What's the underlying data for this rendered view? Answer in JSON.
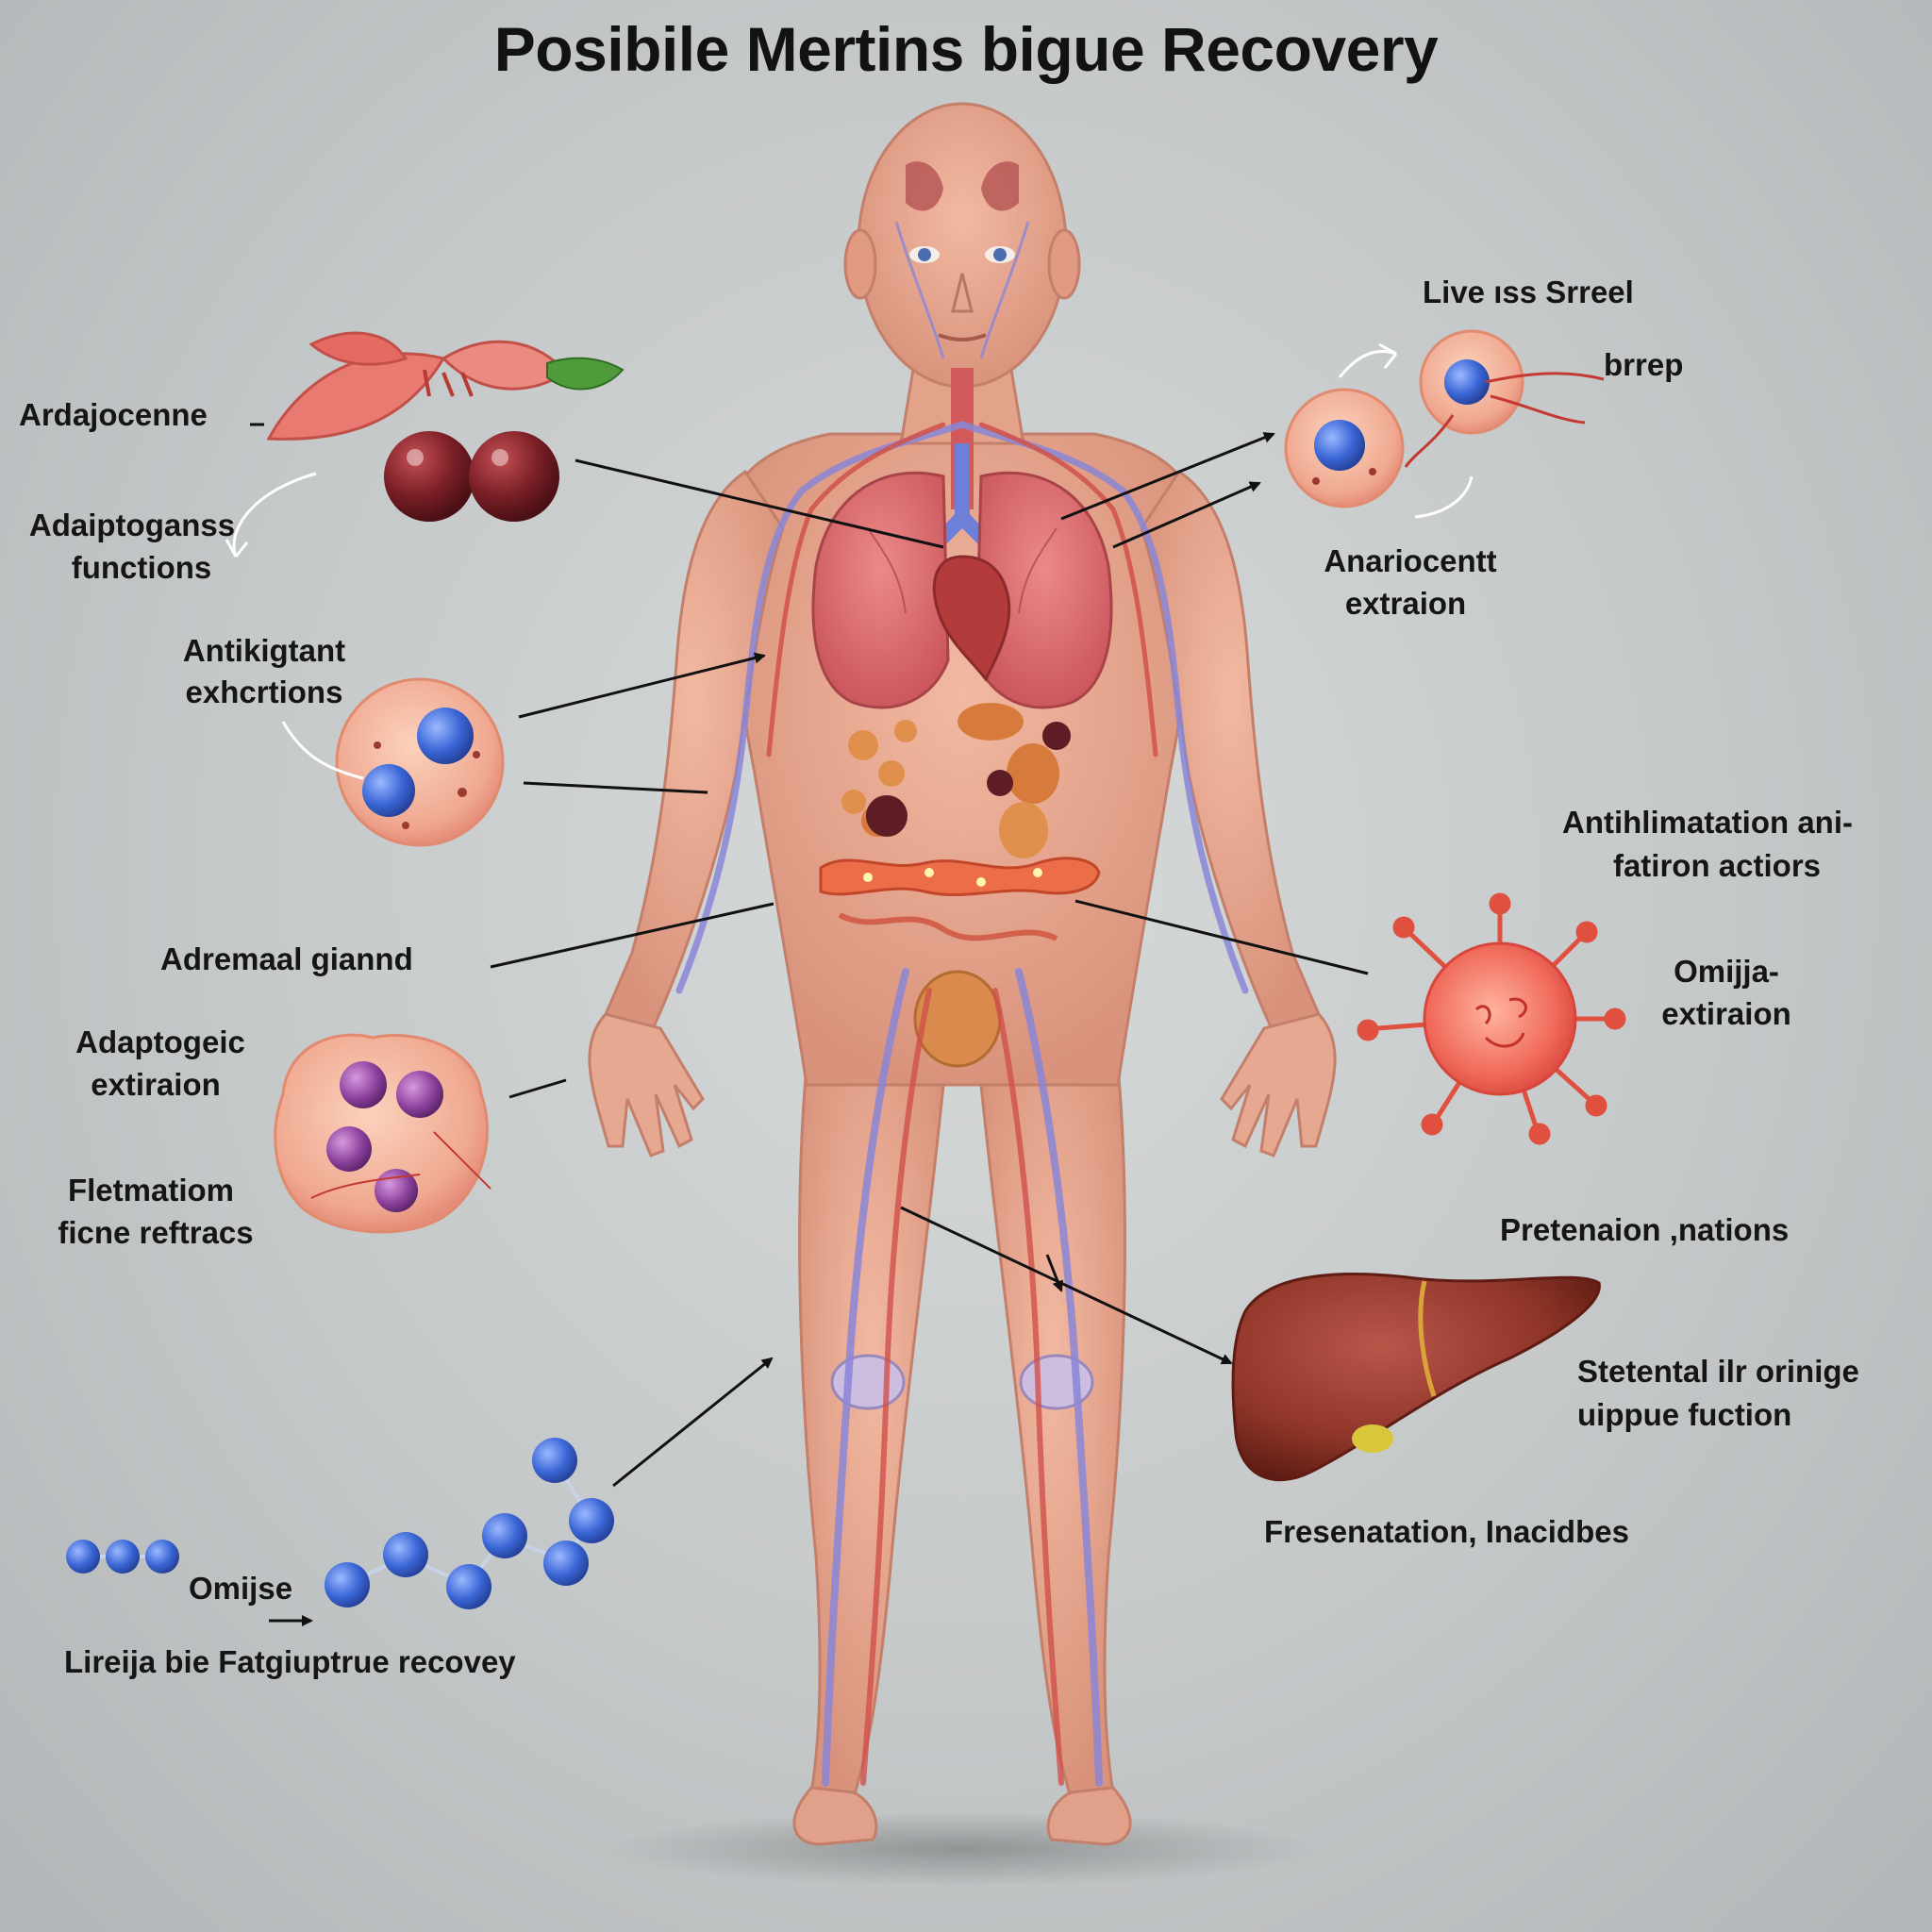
{
  "title": "Posibile Mertins bigue Recovery",
  "labels": {
    "ardajocenne": "Ardajocenne",
    "adaptogans_1": "Adaiptoganss",
    "adaptogans_2": "functions",
    "antioxidant_1": "Antikigtant",
    "antioxidant_2": "exhcrtions",
    "adrenal_gland": "Adremaal giannd",
    "adaptogeic_1": "Adaptogeic",
    "adaptogeic_2": "extiraion",
    "fletmatiom_1": "Fletmatiom",
    "fletmatiom_2": "ficne reftracs",
    "omijse": "Omijse",
    "fatigue_recovery": "Lireija bie Fatgiuptrue recovey",
    "live_stress": "Live ıss Srreel",
    "brrep": "brrep",
    "anariocentt_1": "Anariocentt",
    "anariocentt_2": "extraion",
    "antiinflammation_1": "Antihlimatation ani-",
    "antiinflammation_2": "fatiron actiors",
    "omijja_1": "Omijja-",
    "omijja_2": "extiraion",
    "pretenaion": "Pretenaion ,nations",
    "stetental_1": "Stetental ilr orinige",
    "stetental_2": "uippue fuction",
    "fresenatation": "Fresenatation, Inacidbes"
  },
  "colors": {
    "skin": "#e8a48c",
    "lung": "#d9686c",
    "vein": "#8a86d6",
    "artery": "#d0504a",
    "liver": "#8f3528",
    "cell_blue": "#3a66d6",
    "cell_purple": "#8a3f9a",
    "background": "#c9cccd"
  },
  "icons": [
    "berry-icon",
    "leaf-icon",
    "cell-icon",
    "virus-icon",
    "liver-icon",
    "molecule-chain-icon",
    "arrow-icon"
  ]
}
